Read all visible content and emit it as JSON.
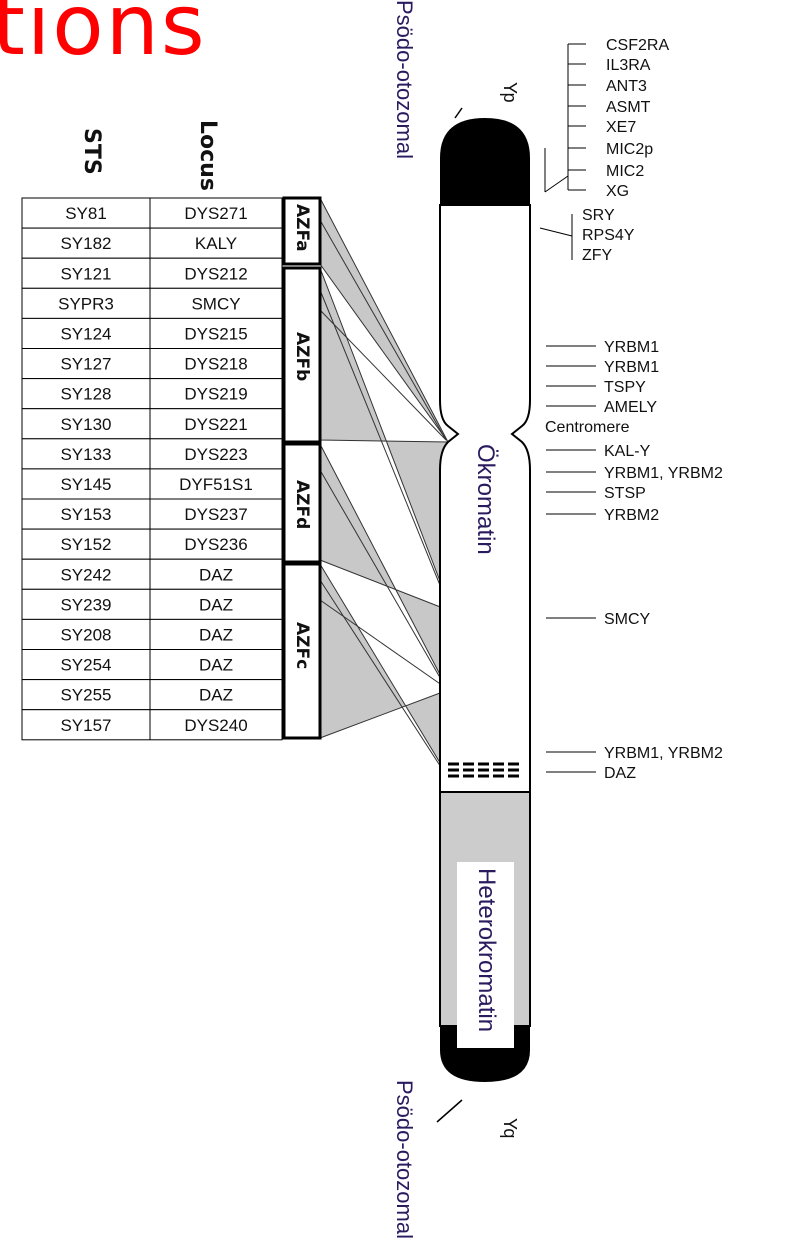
{
  "title": "tions",
  "columns": {
    "sts": "STS",
    "locus": "Locus"
  },
  "rows": [
    {
      "sts": "SY81",
      "locus": "DYS271"
    },
    {
      "sts": "SY182",
      "locus": "KALY"
    },
    {
      "sts": "SY121",
      "locus": "DYS212"
    },
    {
      "sts": "SYPR3",
      "locus": "SMCY"
    },
    {
      "sts": "SY124",
      "locus": "DYS215"
    },
    {
      "sts": "SY127",
      "locus": "DYS218"
    },
    {
      "sts": "SY128",
      "locus": "DYS219"
    },
    {
      "sts": "SY130",
      "locus": "DYS221"
    },
    {
      "sts": "SY133",
      "locus": "DYS223"
    },
    {
      "sts": "SY145",
      "locus": "DYF51S1"
    },
    {
      "sts": "SY153",
      "locus": "DYS237"
    },
    {
      "sts": "SY152",
      "locus": "DYS236"
    },
    {
      "sts": "SY242",
      "locus": "DAZ"
    },
    {
      "sts": "SY239",
      "locus": "DAZ"
    },
    {
      "sts": "SY208",
      "locus": "DAZ"
    },
    {
      "sts": "SY254",
      "locus": "DAZ"
    },
    {
      "sts": "SY255",
      "locus": "DAZ"
    },
    {
      "sts": "SY157",
      "locus": "DYS240"
    }
  ],
  "azf": [
    "AZFa",
    "AZFb",
    "AZFd",
    "AZFc"
  ],
  "chromosome": {
    "psodo_top": "Psödo-otozomal",
    "psodo_bottom": "Psödo-otozomal",
    "yp": "Yp",
    "yq": "Yq",
    "okromatin": "Ökromatin",
    "heterokromatin": "Heterokromatin"
  },
  "genes": {
    "tip": [
      "CSF2RA",
      "IL3RA",
      "ANT3",
      "ASMT",
      "XE7",
      "MIC2p",
      "MIC2",
      "XG"
    ],
    "sry_group": [
      "SRY",
      "RPS4Y",
      "ZFY"
    ],
    "mid": [
      "YRBM1",
      "YRBM1",
      "TSPY",
      "AMELY"
    ],
    "centromere": "Centromere",
    "lower": [
      "KAL-Y",
      "YRBM1, YRBM2",
      "STSP",
      "YRBM2"
    ],
    "smcy": "SMCY",
    "daz_group": [
      "YRBM1, YRBM2",
      "DAZ"
    ]
  },
  "colors": {
    "title": "#ff0000",
    "heterochromatin": "#cccccc",
    "telomere": "#000000",
    "region_text": "#2a1a5e"
  }
}
